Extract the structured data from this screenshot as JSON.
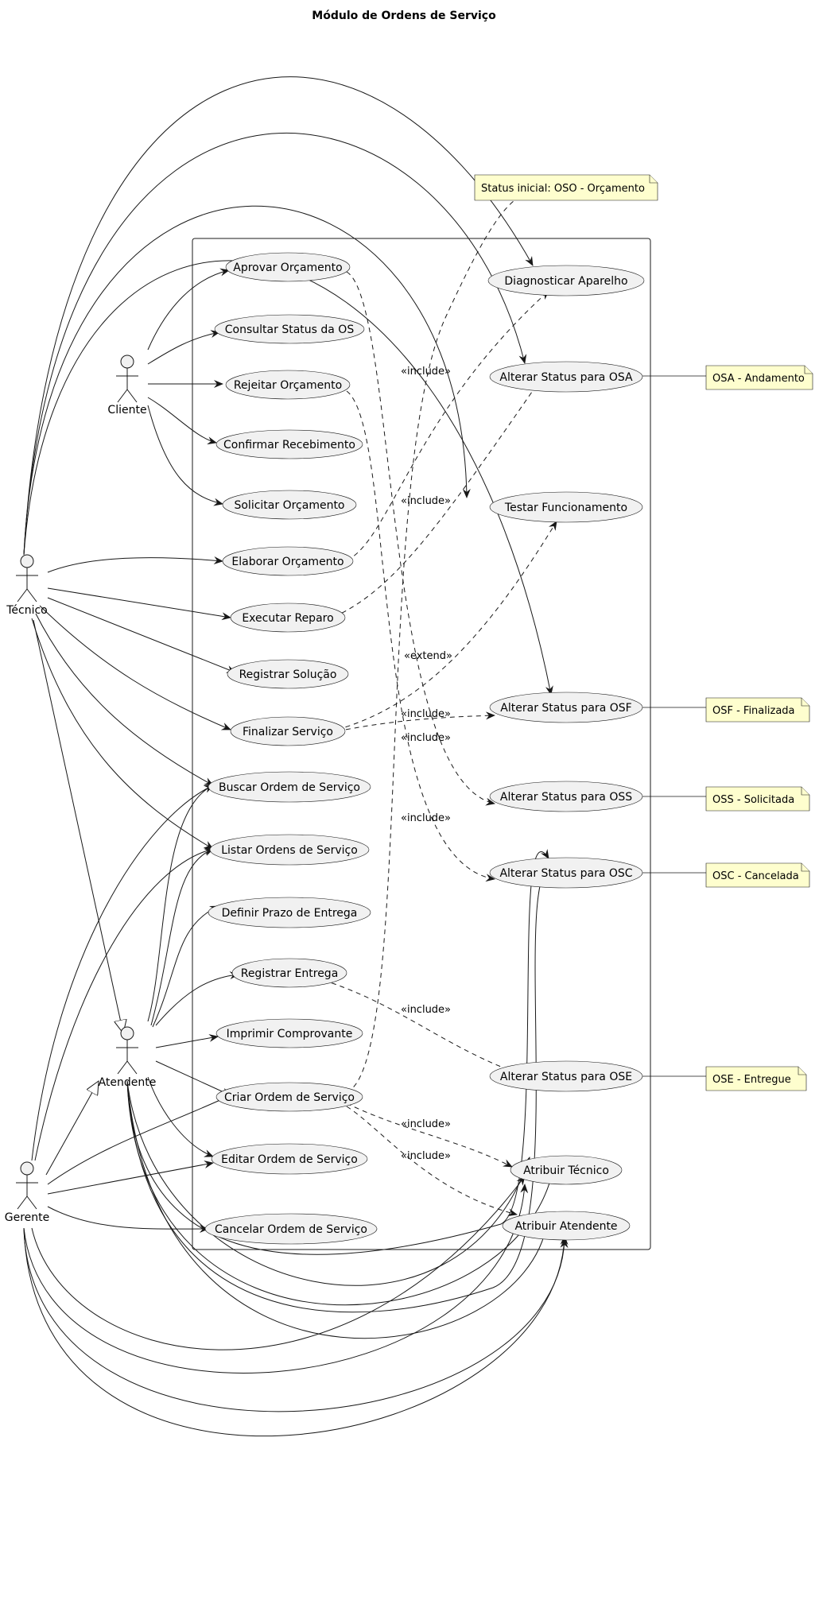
{
  "diagram": {
    "title": "Módulo de Ordens de Serviço",
    "actors": [
      {
        "id": "cliente",
        "label": "Cliente"
      },
      {
        "id": "tecnico",
        "label": "Técnico"
      },
      {
        "id": "atendente",
        "label": "Atendente"
      },
      {
        "id": "gerente",
        "label": "Gerente"
      }
    ],
    "use_cases": [
      {
        "id": "aprovar",
        "label": "Aprovar Orçamento"
      },
      {
        "id": "consultar",
        "label": "Consultar Status da OS"
      },
      {
        "id": "rejeitar",
        "label": "Rejeitar Orçamento"
      },
      {
        "id": "confirmar",
        "label": "Confirmar Recebimento"
      },
      {
        "id": "solicitar",
        "label": "Solicitar Orçamento"
      },
      {
        "id": "elaborar",
        "label": "Elaborar Orçamento"
      },
      {
        "id": "executar",
        "label": "Executar Reparo"
      },
      {
        "id": "registrar_solucao",
        "label": "Registrar Solução"
      },
      {
        "id": "finalizar",
        "label": "Finalizar Serviço"
      },
      {
        "id": "buscar",
        "label": "Buscar Ordem de Serviço"
      },
      {
        "id": "listar",
        "label": "Listar Ordens de Serviço"
      },
      {
        "id": "definir_prazo",
        "label": "Definir Prazo de Entrega"
      },
      {
        "id": "registrar_entrega",
        "label": "Registrar Entrega"
      },
      {
        "id": "imprimir",
        "label": "Imprimir Comprovante"
      },
      {
        "id": "criar",
        "label": "Criar Ordem de Serviço"
      },
      {
        "id": "editar",
        "label": "Editar Ordem de Serviço"
      },
      {
        "id": "cancelar",
        "label": "Cancelar Ordem de Serviço"
      },
      {
        "id": "diagnosticar",
        "label": "Diagnosticar Aparelho"
      },
      {
        "id": "osa",
        "label": "Alterar Status para OSA"
      },
      {
        "id": "testar",
        "label": "Testar Funcionamento"
      },
      {
        "id": "osf",
        "label": "Alterar Status para OSF"
      },
      {
        "id": "oss",
        "label": "Alterar Status para OSS"
      },
      {
        "id": "osc",
        "label": "Alterar Status para OSC"
      },
      {
        "id": "ose",
        "label": "Alterar Status para OSE"
      },
      {
        "id": "atribuir_tecnico",
        "label": "Atribuir Técnico"
      },
      {
        "id": "atribuir_atendente",
        "label": "Atribuir Atendente"
      }
    ],
    "notes": [
      {
        "id": "note_oso",
        "text": "Status inicial: OSO - Orçamento"
      },
      {
        "id": "note_osa",
        "text": "OSA - Andamento"
      },
      {
        "id": "note_osf",
        "text": "OSF - Finalizada"
      },
      {
        "id": "note_oss",
        "text": "OSS - Solicitada"
      },
      {
        "id": "note_osc",
        "text": "OSC - Cancelada"
      },
      {
        "id": "note_ose",
        "text": "OSE - Entregue"
      }
    ],
    "relations": [
      {
        "from": "elaborar",
        "to": "diagnosticar",
        "label": "«include»"
      },
      {
        "from": "executar",
        "to": "osa",
        "label": "«include»"
      },
      {
        "from": "finalizar",
        "to": "testar",
        "label": "«extend»"
      },
      {
        "from": "finalizar",
        "to": "osf",
        "label": "«include»"
      },
      {
        "from": "aprovar",
        "to": "oss",
        "label": "«include»"
      },
      {
        "from": "rejeitar",
        "to": "osc",
        "label": "«include»"
      },
      {
        "from": "registrar_entrega",
        "to": "ose",
        "label": "«include»"
      },
      {
        "from": "criar",
        "to": "atribuir_tecnico",
        "label": "«include»"
      },
      {
        "from": "criar",
        "to": "atribuir_atendente",
        "label": "«include»"
      },
      {
        "from": "criar",
        "to": "note_oso",
        "label": ""
      }
    ]
  }
}
